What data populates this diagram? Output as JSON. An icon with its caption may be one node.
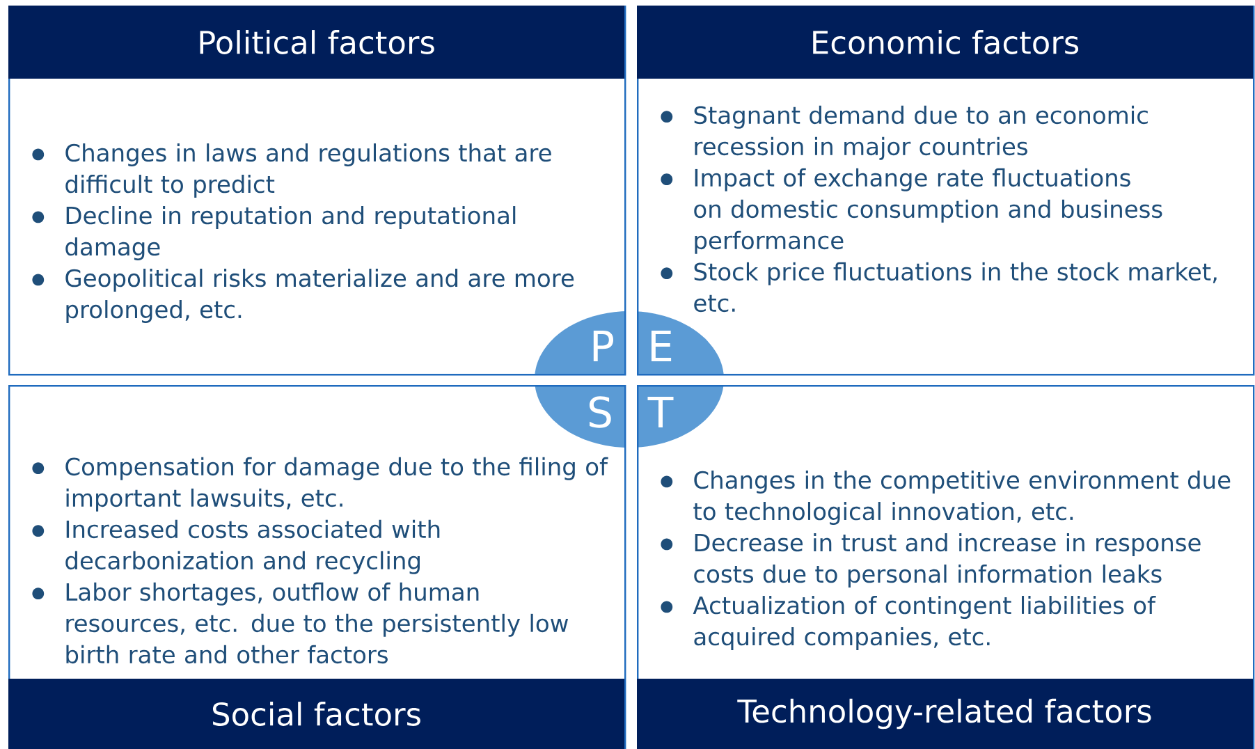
{
  "diagram": {
    "nodes": [
      {
        "text": [
          "Political factors",
          "Changes in laws and regulations that are difficult to predict",
          "Decline in reputation and reputational damage",
          "Geopolitical risks materialize and are more prolonged, etc."
        ]
      },
      {
        "text": [
          "Economic factors",
          "Stagnant demand due to an economic recession in major countries",
          "Impact of exchange rate fluctuations on domestic consumption and business performance",
          "Stock price fluctuations in the stock market, etc."
        ]
      },
      {
        "text": [
          "Compensation for damage due to the filing of important lawsuits, etc.",
          "Increased costs associated with decarbonization and recycling",
          "Labor shortages, outflow of human resources, etc. due to the persistently low birth rate and other factors",
          "Social factors"
        ]
      },
      {
        "text": [
          "Changes in the competitive environment due to technological innovation, etc.",
          "Decrease in trust and increase in response costs due to personal information leaks",
          "Actualization of contingent liabilities of acquired companies, etc.",
          "Technology-related factors"
        ]
      },
      {
        "text": [
          "P",
          "E",
          "S",
          "T"
        ]
      }
    ]
  }
}
